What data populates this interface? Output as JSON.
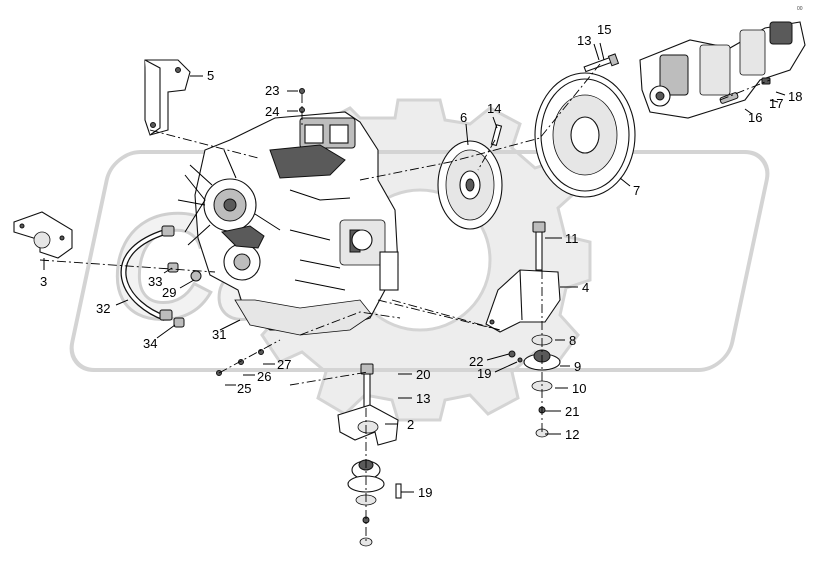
{
  "diagram": {
    "corner_code": "00",
    "watermark": "Cat"
  },
  "callouts": [
    {
      "id": "c1",
      "text": "5"
    },
    {
      "id": "c2",
      "text": "23"
    },
    {
      "id": "c3",
      "text": "24"
    },
    {
      "id": "c4",
      "text": "14"
    },
    {
      "id": "c5",
      "text": "6"
    },
    {
      "id": "c6",
      "text": "13"
    },
    {
      "id": "c7",
      "text": "15"
    },
    {
      "id": "c8",
      "text": "7"
    },
    {
      "id": "c9",
      "text": "17"
    },
    {
      "id": "c10",
      "text": "18"
    },
    {
      "id": "c11",
      "text": "16"
    },
    {
      "id": "c12",
      "text": "3"
    },
    {
      "id": "c13",
      "text": "11"
    },
    {
      "id": "c14",
      "text": "33"
    },
    {
      "id": "c15",
      "text": "29"
    },
    {
      "id": "c16",
      "text": "32"
    },
    {
      "id": "c17",
      "text": "34"
    },
    {
      "id": "c18",
      "text": "31"
    },
    {
      "id": "c19",
      "text": "4"
    },
    {
      "id": "c20",
      "text": "8"
    },
    {
      "id": "c21",
      "text": "22"
    },
    {
      "id": "c22",
      "text": "9"
    },
    {
      "id": "c23",
      "text": "19"
    },
    {
      "id": "c24",
      "text": "10"
    },
    {
      "id": "c25",
      "text": "27"
    },
    {
      "id": "c26",
      "text": "26"
    },
    {
      "id": "c27",
      "text": "25"
    },
    {
      "id": "c28",
      "text": "20"
    },
    {
      "id": "c29",
      "text": "21"
    },
    {
      "id": "c30",
      "text": "13"
    },
    {
      "id": "c31",
      "text": "2"
    },
    {
      "id": "c32",
      "text": "12"
    },
    {
      "id": "c33",
      "text": "19"
    }
  ]
}
